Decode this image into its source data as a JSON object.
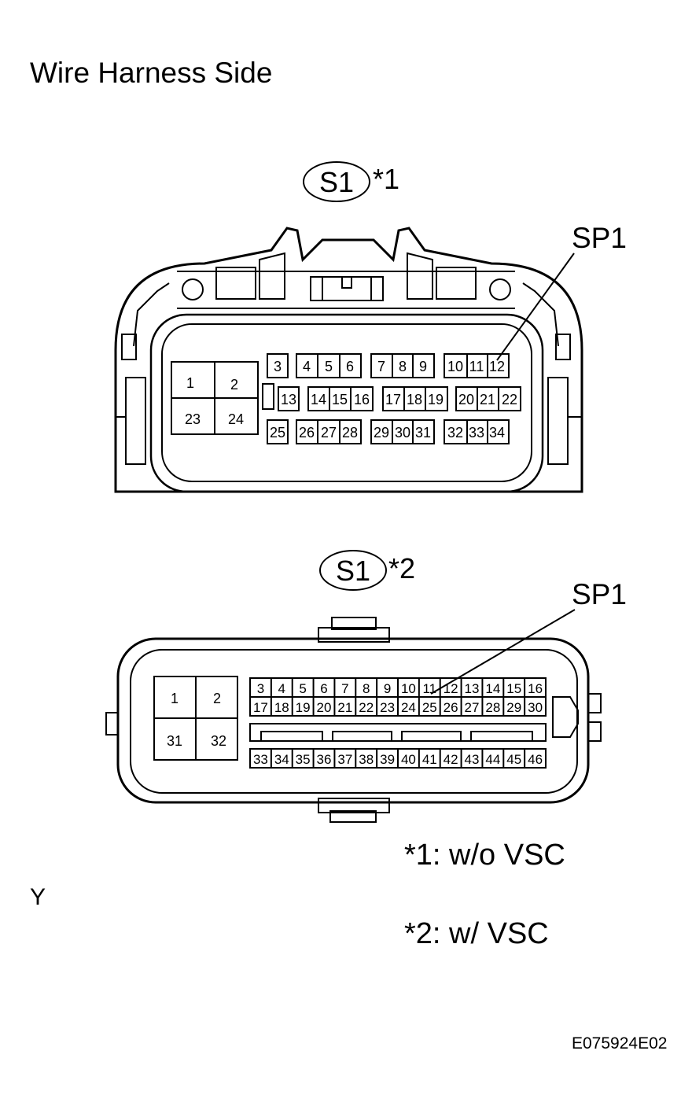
{
  "title": "Wire Harness Side",
  "figure_code": "E075924E02",
  "loose_letter": "Y",
  "connectors": [
    {
      "id": "S1",
      "ref": "*1",
      "callout": "SP1",
      "large_pins": [
        "1",
        "2",
        "23",
        "24"
      ],
      "pin_rows": [
        [
          "3",
          "4",
          "5",
          "6",
          "7",
          "8",
          "9",
          "10",
          "11",
          "12"
        ],
        [
          "13",
          "14",
          "15",
          "16",
          "17",
          "18",
          "19",
          "20",
          "21",
          "22"
        ],
        [
          "25",
          "26",
          "27",
          "28",
          "29",
          "30",
          "31",
          "32",
          "33",
          "34"
        ]
      ]
    },
    {
      "id": "S1",
      "ref": "*2",
      "callout": "SP1",
      "large_pins": [
        "1",
        "2",
        "31",
        "32"
      ],
      "pin_rows": [
        [
          "3",
          "4",
          "5",
          "6",
          "7",
          "8",
          "9",
          "10",
          "11",
          "12",
          "13",
          "14",
          "15",
          "16"
        ],
        [
          "17",
          "18",
          "19",
          "20",
          "21",
          "22",
          "23",
          "24",
          "25",
          "26",
          "27",
          "28",
          "29",
          "30"
        ],
        [
          "33",
          "34",
          "35",
          "36",
          "37",
          "38",
          "39",
          "40",
          "41",
          "42",
          "43",
          "44",
          "45",
          "46"
        ]
      ]
    }
  ],
  "notes": [
    "*1: w/o VSC",
    "*2: w/ VSC"
  ]
}
